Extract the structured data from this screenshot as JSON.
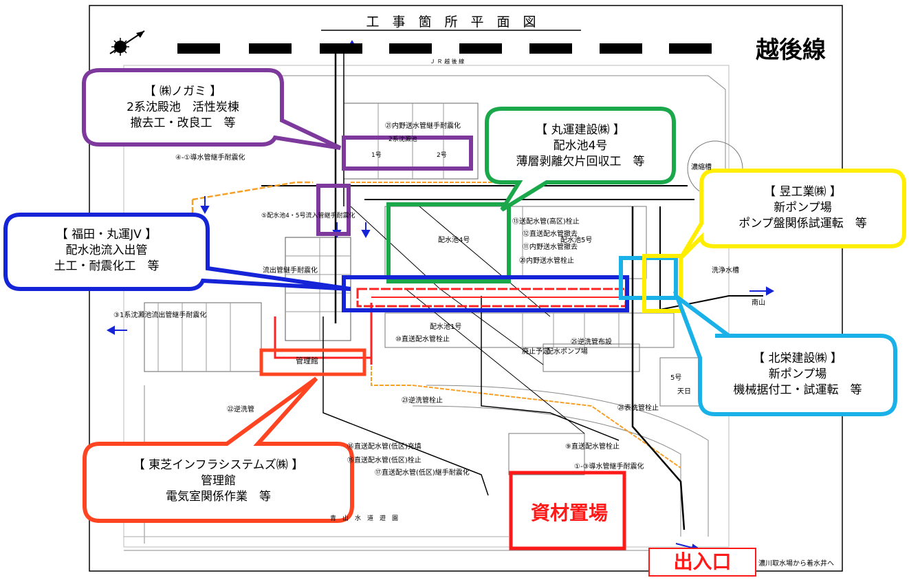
{
  "header": {
    "title": "工　事　箇　所　平　面　図",
    "line_name": "越後線",
    "jr_label": "Ｊ Ｒ 越 後 線"
  },
  "callouts": {
    "noguchi": {
      "company": "【 ㈱ノガミ 】",
      "line1": "2系沈殿池　活性炭棟",
      "line2": "撤去工・改良工　等",
      "color": "#7d3a9c"
    },
    "maruun": {
      "company": "【 丸運建設㈱ 】",
      "line1": "配水池4号",
      "line2": "薄層剥離欠片回収工　等",
      "color": "#1aa84a"
    },
    "fukuda": {
      "company": "【 福田・丸運JV 】",
      "line1": "配水池流入出管",
      "line2": "土工・耐震化工　等",
      "color": "#1424d6"
    },
    "showa": {
      "company": "【 昱工業㈱ 】",
      "line1": "新ポンプ場",
      "line2": "ポンプ盤関係試運転　等",
      "color": "#ffee00"
    },
    "hokuei": {
      "company": "【 北栄建設㈱ 】",
      "line1": "新ポンプ場",
      "line2": "機械据付工・試運転　等",
      "color": "#1ab0e8"
    },
    "toshiba": {
      "company": "【 東芝インフラシステムズ㈱ 】",
      "line1": "管理館",
      "line2": "電気室関係作業　等",
      "color": "#ff4422"
    }
  },
  "areas": {
    "material_yard": "資材置場",
    "entrance": "出入口",
    "management_building": "管理館",
    "reservoir4": "配水池4号",
    "reservoir5": "配水池5号",
    "reservoir1": "配水池1号",
    "sedimentation2": "2系沈澱池",
    "sedimentation_no1": "1号",
    "sedimentation_no2": "2号",
    "pump_station": "配水ポンプ場",
    "abolish_plan": "廃止予定",
    "wash_tank": "洗浄水槽",
    "concentration_tank": "濃縮槽",
    "park": "青　山　水　道　遊　園",
    "minamiyama": "南山",
    "tenbi": "天日",
    "no5": "5号"
  },
  "annotations": [
    "㉑内野送水管継手耐震化",
    "④-①導水管継手耐震化",
    "⑤配水池4・5号流入管継手耐震化",
    "⑬送配水管(高区)栓止",
    "⑫直送配水管撤去",
    "⑪内野送水管撤去",
    "⑳内野送水管栓止",
    "流出管継手耐震化",
    "③1系沈澱池流出管継手耐震化",
    "⑩直送配水管栓止",
    "㉕逆洗管布設",
    "㉓逆洗管栓止",
    "㉒逆洗管",
    "⑨直送配水管栓止",
    "⑯直送配水管(低区)充填",
    "⑮直送配水管(低区)栓止",
    "⑰直送配水管(低区)継手耐震化",
    "①-③導水管継手耐震化",
    "㉘表洗管栓止",
    "濃川取水場から着水井へ"
  ],
  "icons": {
    "compass": "north-arrow-icon"
  }
}
